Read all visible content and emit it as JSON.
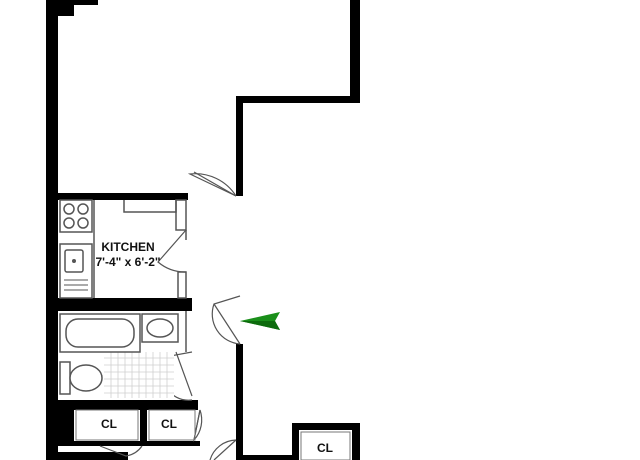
{
  "rooms": {
    "kitchen": {
      "name": "KITCHEN",
      "dimensions": "7'-4\" x 6'-2\""
    },
    "closet_left": {
      "label": "CL"
    },
    "closet_middle": {
      "label": "CL"
    },
    "closet_right": {
      "label": "CL"
    }
  },
  "colors": {
    "wall": "#000000",
    "fixture": "#555555",
    "compass": "#1a8f1a",
    "tile": "#cfcfcf"
  },
  "icons": {
    "north_arrow": "north-arrow-icon"
  }
}
